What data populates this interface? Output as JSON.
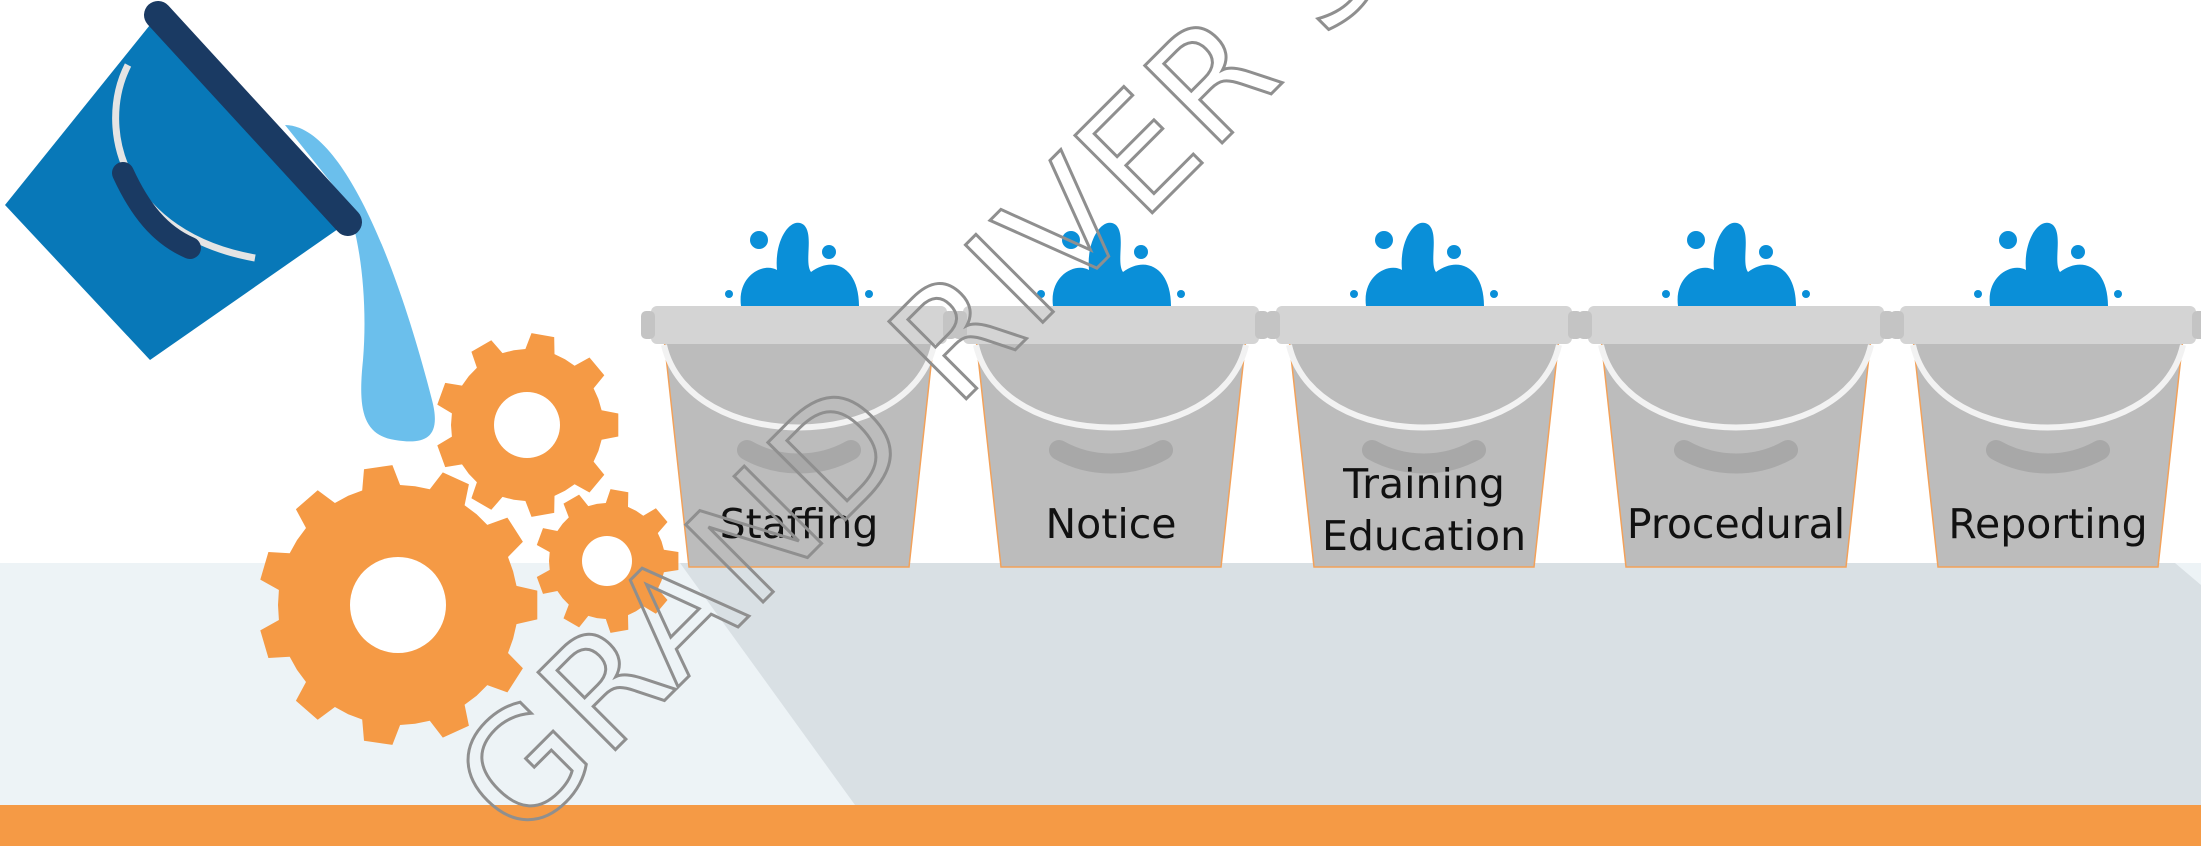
{
  "buckets": [
    {
      "lines": [
        "Staffing"
      ]
    },
    {
      "lines": [
        "Notice"
      ]
    },
    {
      "lines": [
        "Training",
        "Education"
      ]
    },
    {
      "lines": [
        "Procedural"
      ]
    },
    {
      "lines": [
        "Reporting"
      ]
    }
  ],
  "watermark": "GRAND RIVER SOLUTIONS",
  "colors": {
    "bucket_blue": "#0878b8",
    "bucket_rim_navy": "#1a3a63",
    "water": "#6bbfec",
    "splash": "#0a8fd8",
    "gear_orange": "#f59a45",
    "bucket_grey": "#bcbcbc",
    "bucket_rim_grey": "#d4d4d4",
    "floor_light": "#edf3f6",
    "floor_dark": "#d9e0e4",
    "bottom_band": "#f59a45"
  },
  "icons": [
    "pouring-bucket-icon",
    "gear-icon",
    "water-splash-icon",
    "grey-bucket-icon"
  ]
}
